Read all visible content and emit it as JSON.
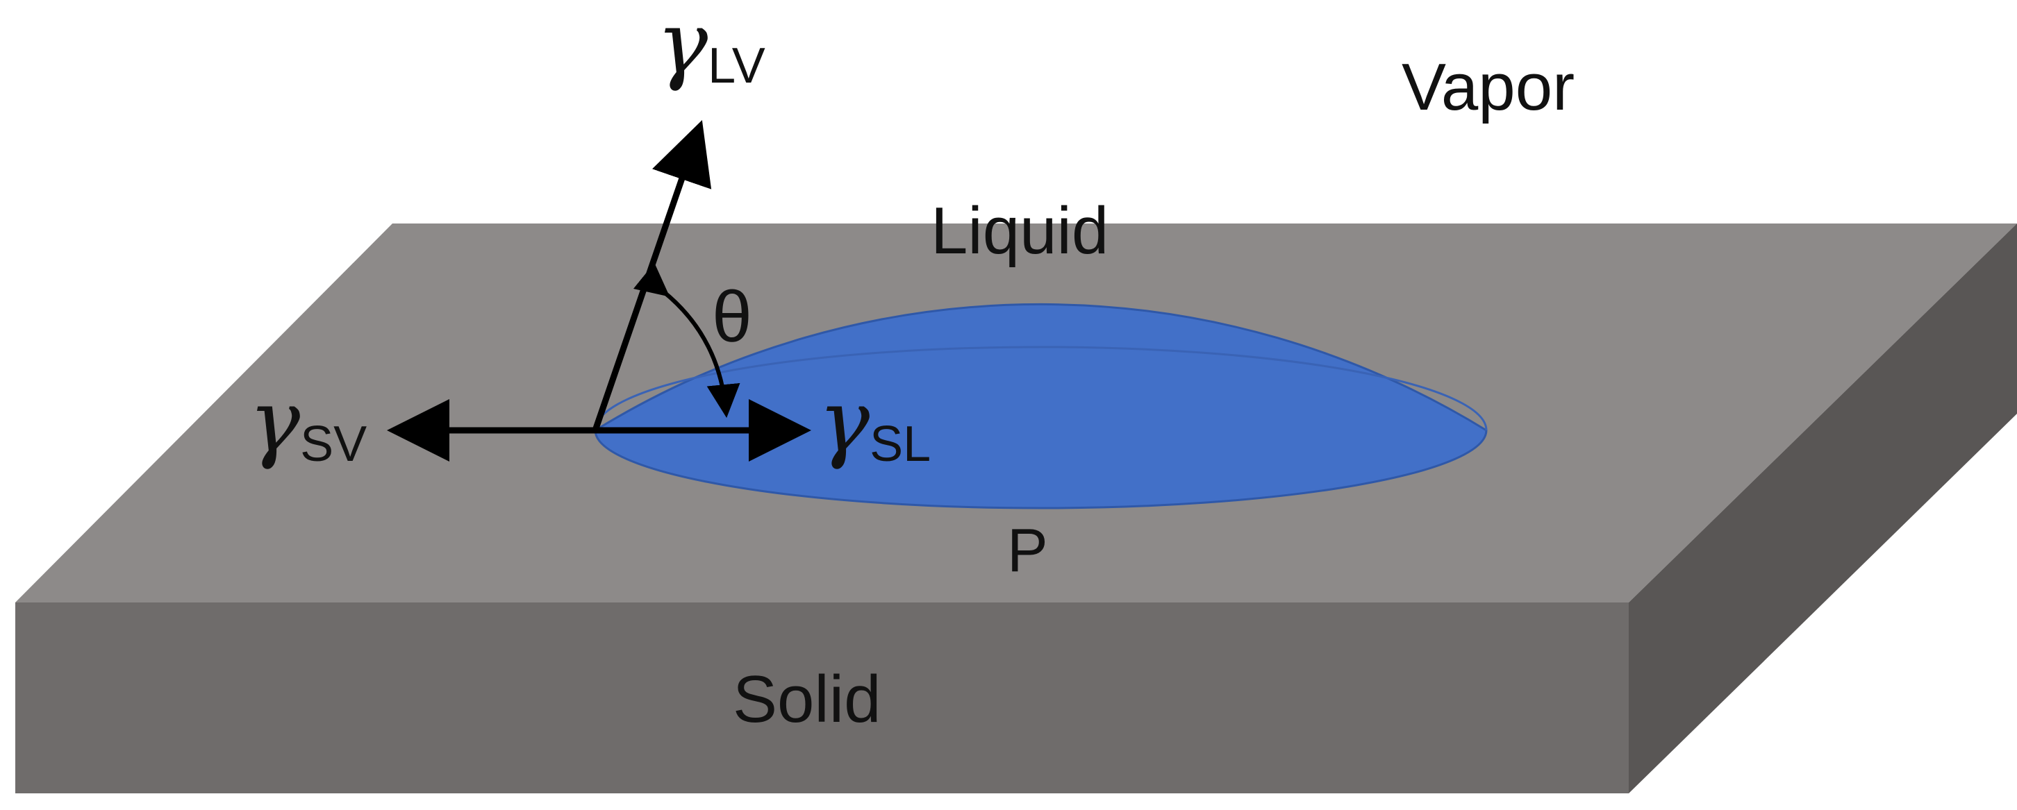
{
  "labels": {
    "vapor": "Vapor",
    "liquid": "Liquid",
    "solid": "Solid",
    "point": "P",
    "angle": "θ"
  },
  "tensions": {
    "lv": {
      "symbol": "γ",
      "subscript": "LV"
    },
    "sv": {
      "symbol": "γ",
      "subscript": "SV"
    },
    "sl": {
      "symbol": "γ",
      "subscript": "SL"
    }
  },
  "colors": {
    "slab_top": "#8d8a89",
    "slab_front": "#6f6c6b",
    "slab_right": "#595655",
    "droplet": "#4270c8",
    "droplet_edge": "#2f58a8",
    "arrow": "#000000"
  },
  "icons": {
    "arrow_lv": "arrow-up-right-icon",
    "arrow_sv": "arrow-left-icon",
    "arrow_sl": "arrow-right-icon",
    "angle_arc": "curved-double-arrow-icon"
  }
}
